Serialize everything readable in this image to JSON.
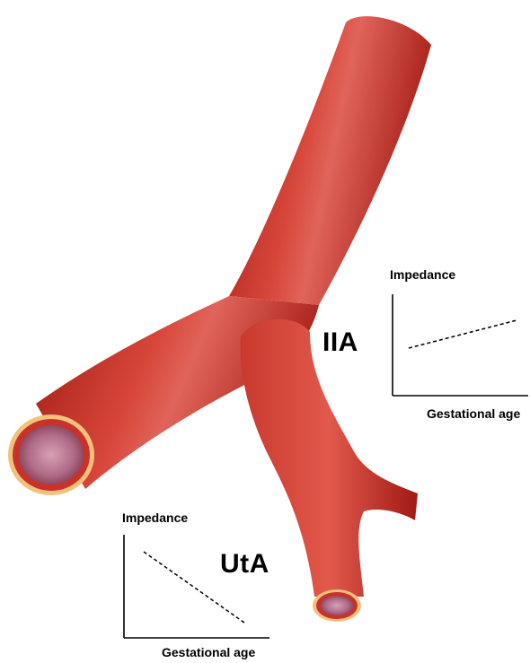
{
  "labels": {
    "iia": "IIA",
    "uta": "UtA"
  },
  "graphs": {
    "iia": {
      "y_label": "Impedance",
      "x_label": "Gestational age",
      "trend": "increasing"
    },
    "uta": {
      "y_label": "Impedance",
      "x_label": "Gestational age",
      "trend": "decreasing"
    }
  },
  "colors": {
    "vessel": "#c72a22",
    "vessel_dark": "#8e1410",
    "vessel_highlight": "#e86a5c",
    "lumen_rim": "#f4c98a",
    "lumen_inner": "#b86b86"
  }
}
